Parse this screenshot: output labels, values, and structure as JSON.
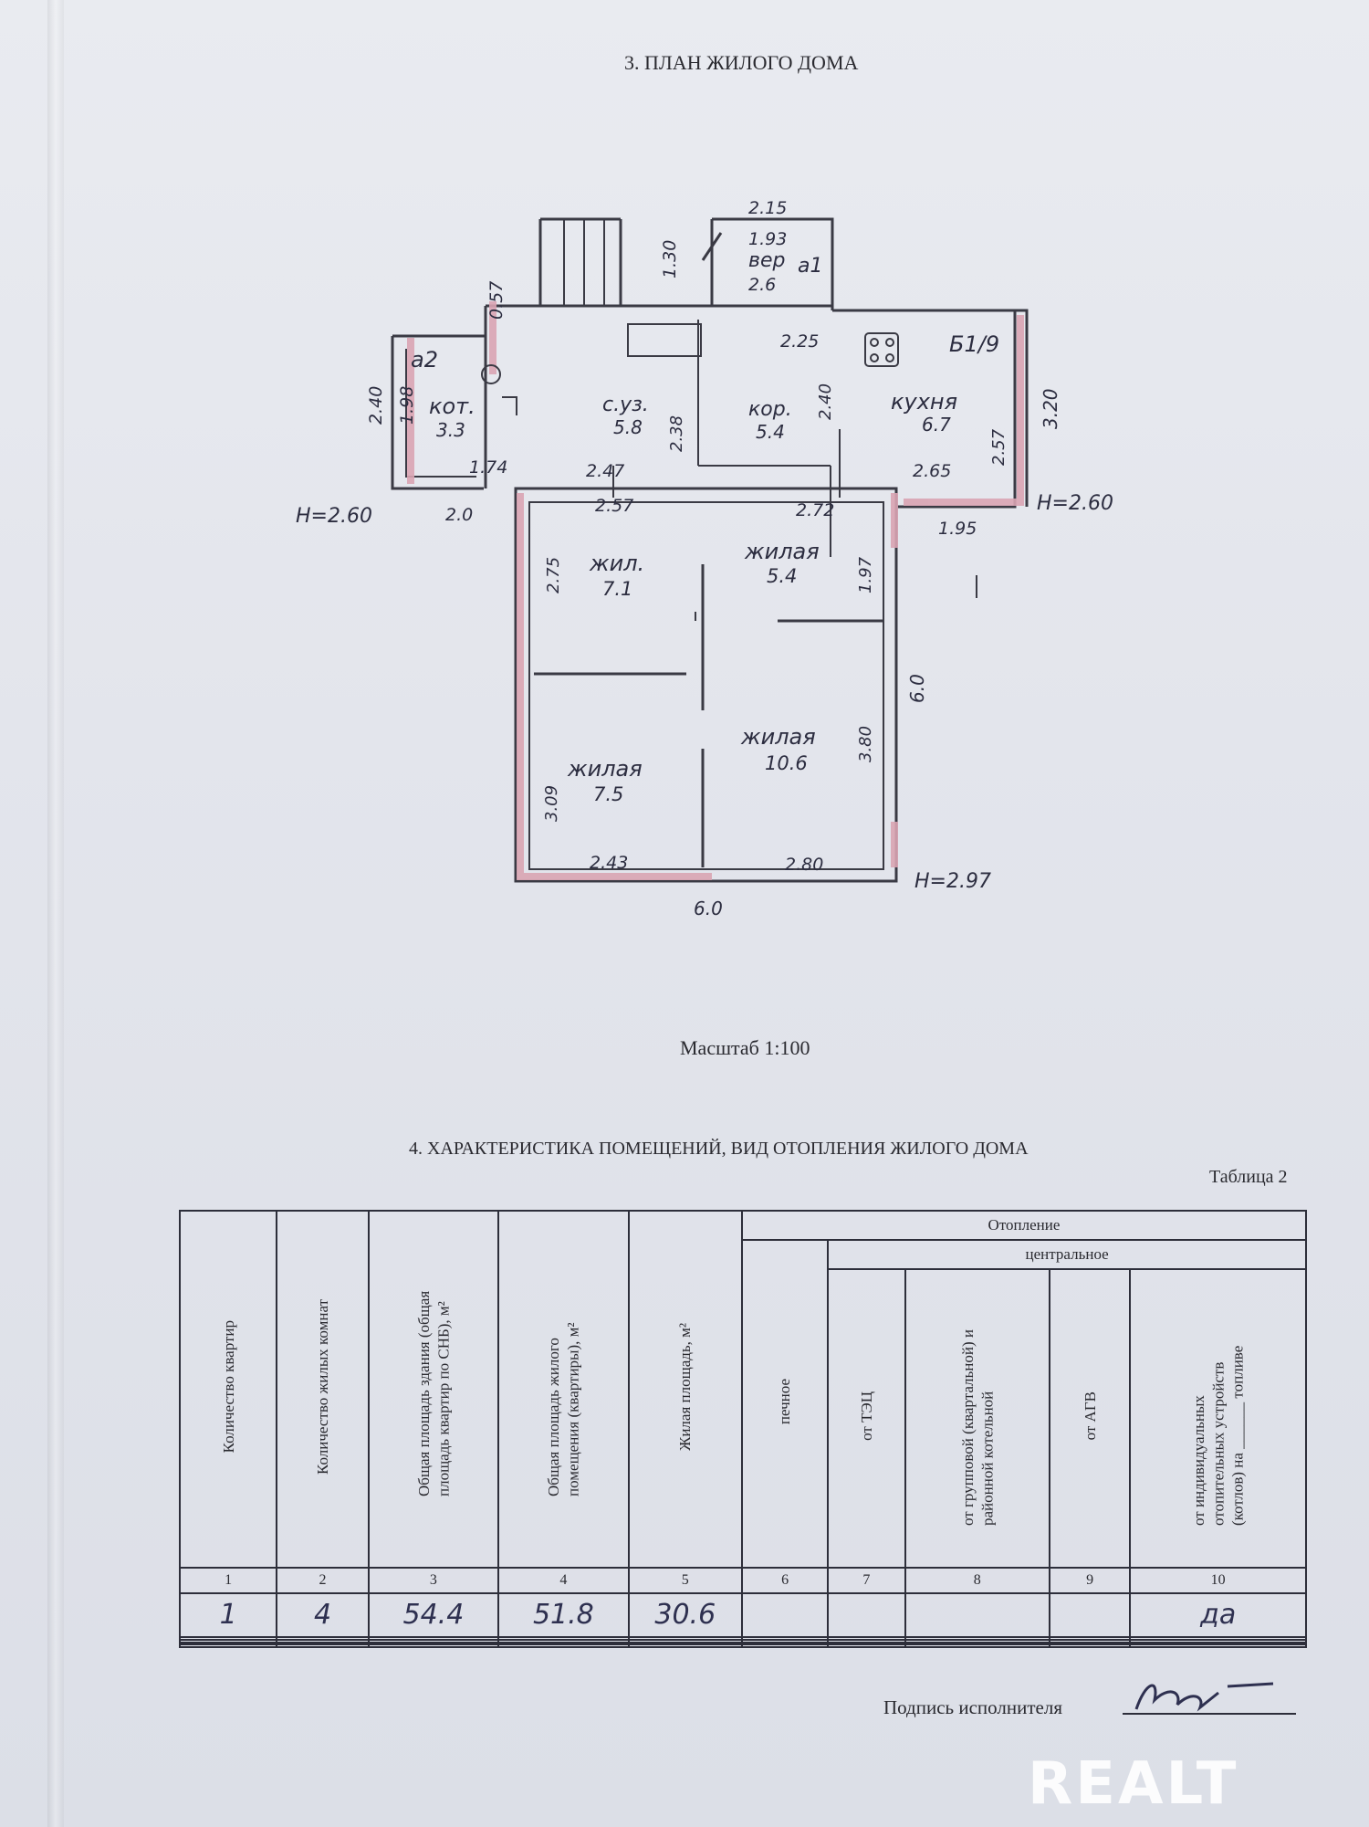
{
  "section3": {
    "title": "3. ПЛАН ЖИЛОГО ДОМА"
  },
  "plan": {
    "veranda_outer": "2.15",
    "veranda_inner": "1.93",
    "veranda_label": "вер",
    "mark_a1": "а1",
    "veranda_area": "2.6",
    "porch_dim": "1.30",
    "dim_057": "0.57",
    "mark_a2": "а2",
    "dim_240_left": "2.40",
    "dim_198": "1.98",
    "boiler_label": "кот.",
    "boiler_area": "3.3",
    "dim_174": "1.74",
    "dim_20": "2.0",
    "height_left": "Н=2.60",
    "bathroom_label": "с.уз.",
    "bathroom_area": "5.8",
    "dim_238": "2.38",
    "dim_247": "2.47",
    "dim_225": "2.25",
    "corridor_label": "кор.",
    "corridor_area": "5.4",
    "dim_240_mid": "2.40",
    "mark_b": "Б1/9",
    "kitchen_label": "кухня",
    "kitchen_area": "6.7",
    "dim_257": "2.57",
    "dim_320": "3.20",
    "dim_265": "2.65",
    "dim_195": "1.95",
    "height_right": "Н=2.60",
    "dim_257_bottom": "2.57",
    "dim_272": "2.72",
    "dim_275": "2.75",
    "living1_label": "жил.",
    "living1_area": "7.1",
    "living2_label": "жилая",
    "living2_area": "5.4",
    "dim_197": "1.97",
    "dim_60_right": "6.0",
    "dim_380": "3.80",
    "living3_label": "жилая",
    "living3_area": "10.6",
    "living4_label": "жилая",
    "living4_area": "7.5",
    "dim_309": "3.09",
    "dim_243": "2.43",
    "dim_280": "2.80",
    "height_bottom": "Н=2.97",
    "dim_60_bottom": "6.0",
    "scale": "Масштаб 1:100"
  },
  "section4": {
    "title": "4. ХАРАКТЕРИСТИКА ПОМЕЩЕНИЙ, ВИД ОТОПЛЕНИЯ ЖИЛОГО ДОМА",
    "table_caption": "Таблица 2"
  },
  "table": {
    "heating_header": "Отопление",
    "central_header": "центральное",
    "headers": [
      "Количество квартир",
      "Количество жилых комнат",
      "Общая площадь здания (общая площадь квартир по СНБ), м²",
      "Общая площадь жилого помещения (квартиры), м²",
      "Жилая площадь, м²",
      "печное",
      "от ТЭЦ",
      "от групповой (квартальной) и районной котельной",
      "от АГВ",
      "от индивидуальных отопительных устройств (котлов) на ______ топливе"
    ],
    "column_numbers": [
      "1",
      "2",
      "3",
      "4",
      "5",
      "6",
      "7",
      "8",
      "9",
      "10"
    ],
    "rows": [
      [
        "1",
        "4",
        "54.4",
        "51.8",
        "30.6",
        "",
        "",
        "",
        "",
        "да"
      ]
    ]
  },
  "signature": {
    "label": "Подпись исполнителя"
  },
  "watermark": {
    "text": "REALT"
  }
}
